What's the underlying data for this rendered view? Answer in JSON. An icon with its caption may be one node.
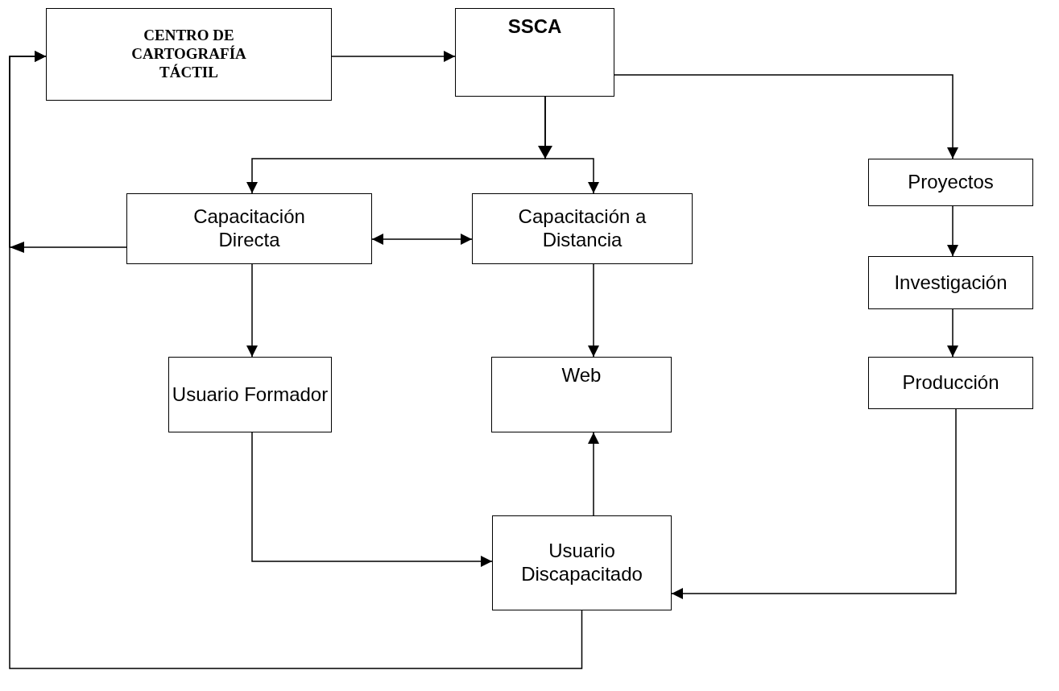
{
  "diagram": {
    "nodes": [
      {
        "text": [
          "CENTRO DE CARTOGRAFÍA TÁCTIL"
        ]
      },
      {
        "text": [
          "SSCA"
        ]
      },
      {
        "text": [
          "Capacitación Directa"
        ]
      },
      {
        "text": [
          "Capacitación a Distancia"
        ]
      },
      {
        "text": [
          "Proyectos"
        ]
      },
      {
        "text": [
          "Investigación"
        ]
      },
      {
        "text": [
          "Producción"
        ]
      },
      {
        "text": [
          "Usuario Formador"
        ]
      },
      {
        "text": [
          "Web"
        ]
      },
      {
        "text": [
          "Usuario Discapacitado"
        ]
      }
    ],
    "edges": [
      {
        "from": 0,
        "to": 1,
        "arrow": "to"
      },
      {
        "from": 1,
        "to": 2,
        "arrow": "to"
      },
      {
        "from": 1,
        "to": 3,
        "arrow": "to"
      },
      {
        "from": 1,
        "to": 4,
        "arrow": "to"
      },
      {
        "from": 2,
        "to": 3,
        "arrow": "both"
      },
      {
        "from": 2,
        "to": 0,
        "arrow": "to"
      },
      {
        "from": 2,
        "to": 7,
        "arrow": "to"
      },
      {
        "from": 3,
        "to": 8,
        "arrow": "to"
      },
      {
        "from": 4,
        "to": 5,
        "arrow": "to"
      },
      {
        "from": 5,
        "to": 6,
        "arrow": "to"
      },
      {
        "from": 7,
        "to": 9,
        "arrow": "to"
      },
      {
        "from": 6,
        "to": 9,
        "arrow": "to"
      },
      {
        "from": 9,
        "to": 8,
        "arrow": "to"
      },
      {
        "from": 9,
        "to": 0,
        "arrow": "to"
      }
    ]
  }
}
